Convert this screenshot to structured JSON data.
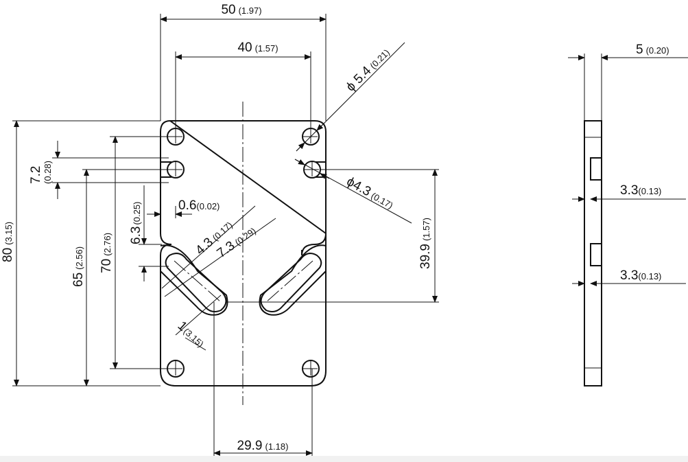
{
  "drawing": {
    "units_note_style": "mm (inch)",
    "dimensions": {
      "width_50": {
        "main": "50",
        "alt": "(1.97)"
      },
      "hole_spacing_40": {
        "main": "40",
        "alt": "(1.57)"
      },
      "hole_dia_5_4": {
        "main": "ϕ 5.4",
        "alt": "(0.21)"
      },
      "hole_dia_4_3": {
        "main": "ϕ4.3",
        "alt": "(0.17)"
      },
      "offset_7_2": {
        "main": "7.2",
        "alt": "(0.28)"
      },
      "offset_0_6": {
        "main": "0.6",
        "alt": "(0.02)"
      },
      "offset_6_3": {
        "main": "6.3",
        "alt": "(0.25)"
      },
      "slot_4_3": {
        "main": "4.3",
        "alt": "(0.17)"
      },
      "slot_7_3": {
        "main": "7.3",
        "alt": "(0.29)"
      },
      "height_80": {
        "main": "80",
        "alt": "(3.15)"
      },
      "height_65": {
        "main": "65",
        "alt": "(2.56)"
      },
      "height_70": {
        "main": "70",
        "alt": "(2.76)"
      },
      "height_39_9": {
        "main": "39.9",
        "alt": "(1.57)"
      },
      "slot_offset_1": {
        "main": "1",
        "alt": "(3.15)"
      },
      "bottom_29_9": {
        "main": "29.9",
        "alt": "(1.18)"
      },
      "thickness_5": {
        "main": "5",
        "alt": "(0.20)"
      },
      "step_3_3_upper": {
        "main": "3.3",
        "alt": "(0.13)"
      },
      "step_3_3_lower": {
        "main": "3.3",
        "alt": "(0.13)"
      }
    }
  }
}
